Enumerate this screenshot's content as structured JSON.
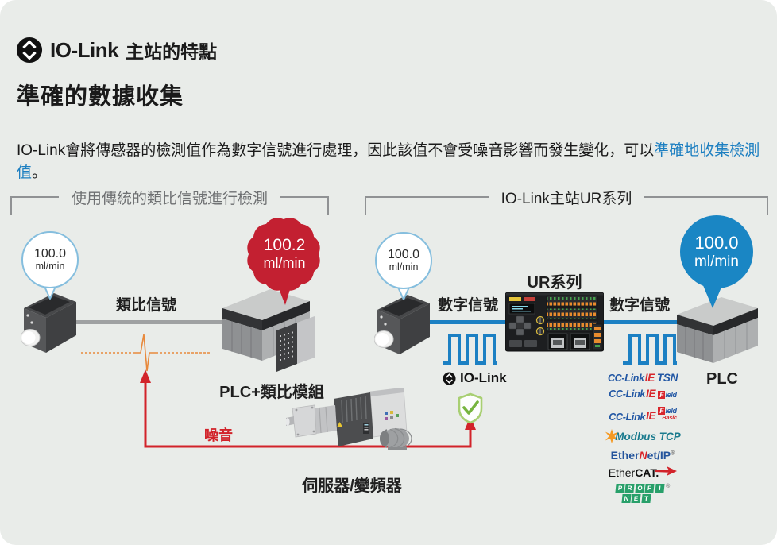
{
  "header": {
    "brand": "IO-Link",
    "title_suffix": "主站的特點",
    "heading": "準確的數據收集",
    "body_p1": "IO-Link會將傳感器的檢測值作為數字信號進行處理，因此該值不會受噪音影響而發生變化，可以",
    "body_highlight": "準確地收集檢測值",
    "body_p2": "。"
  },
  "left_panel": {
    "title": "使用傳統的類比信號進行檢測",
    "sensor_bubble": {
      "value": "100.0",
      "unit": "ml/min"
    },
    "signal_label": "類比信號",
    "error_bubble": {
      "value": "100.2",
      "unit": "ml/min"
    },
    "plc_label": "PLC+類比模組",
    "noise_label": "噪音",
    "servo_label": "伺服器/變頻器"
  },
  "right_panel": {
    "title": "IO-Link主站UR系列",
    "sensor_bubble": {
      "value": "100.0",
      "unit": "ml/min"
    },
    "signal_label_left": "數字信號",
    "ur_title": "UR系列",
    "iolink_label": "IO-Link",
    "signal_label_right": "數字信號",
    "result_bubble": {
      "value": "100.0",
      "unit": "ml/min"
    },
    "plc_label": "PLC",
    "protocols": {
      "cclink_tsn": {
        "brand": "CC-Link",
        "ie": "IE",
        "ext": "TSN"
      },
      "cclink_field": {
        "brand": "CC-Link",
        "ie": "IE",
        "f": "F",
        "suffix": "ield"
      },
      "cclink_field_basic": {
        "brand": "CC-Link",
        "ie": "IE",
        "f": "F",
        "suffix": "ield",
        "basic": "Basic"
      },
      "modbus": {
        "label": "Modbus TCP"
      },
      "ethernet_ip": {
        "p1": "Ether",
        "n": "N",
        "p2": "et/IP",
        "reg": "®"
      },
      "ethercat": {
        "p1": "Ether",
        "p2": "CAT."
      },
      "profinet": {
        "row1": [
          "P",
          "R",
          "O",
          "F",
          "I"
        ],
        "row2": [
          "N",
          "E",
          "T"
        ],
        "reg": "®"
      }
    }
  },
  "icons": {
    "title_logo": "io-link-mark",
    "badge_logo": "io-link-mark",
    "shield": "shield-check",
    "modbus_star": "starburst",
    "ethercat_arrow": "red-arrow"
  },
  "colors": {
    "card_background": "#e9ece9",
    "accent_blue": "#1a86c4",
    "signal_blue": "#1c80c3",
    "link_blue": "#1d7fc1",
    "alert_red": "#c32031",
    "arrow_red": "#d2232a",
    "noise_orange": "#e8893c",
    "shield_green": "#76b43e"
  }
}
